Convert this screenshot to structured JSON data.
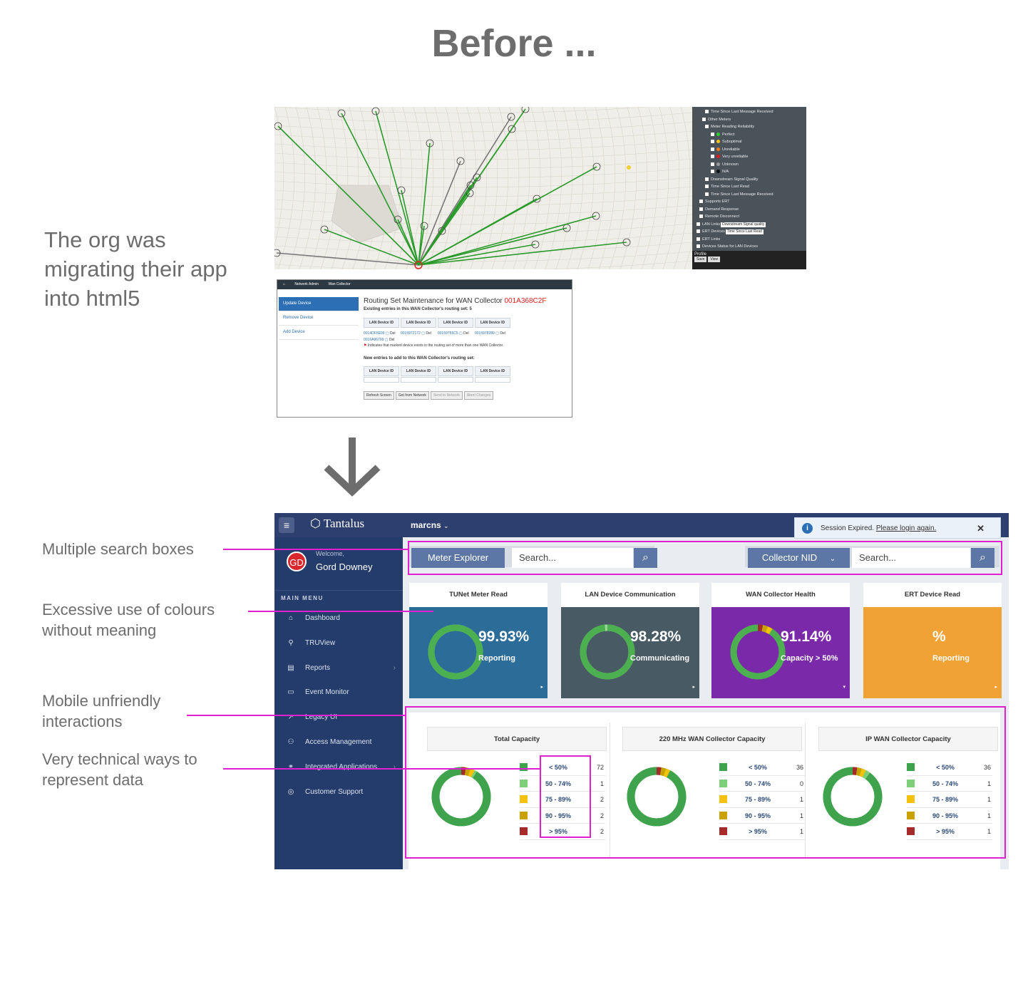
{
  "slide": {
    "title": "Before ...",
    "intro": "The org was migrating their app into html5",
    "annotations": [
      "Multiple search boxes",
      "Excessive use of colours without meaning",
      "Mobile unfriendly interactions",
      "Very technical ways to represent data"
    ]
  },
  "old_map": {
    "layers": [
      "Time Since Last Message Received",
      "Other Meters",
      "Meter Reading Reliability",
      "Perfect",
      "Suboptimal",
      "Unreliable",
      "Very unreliable",
      "Unknown",
      "N/A",
      "Downstream Signal Quality",
      "Time Since Last Read",
      "Time Since Last Message Received",
      "Supports ERT",
      "Demand Response",
      "Remote Disconnect",
      "LAN Links",
      "ERT Devices",
      "ERT Links",
      "Devices Status for LAN Devices"
    ],
    "lan_links_select": "Downstream Signal quality",
    "ert_devices_select": "Time Since Last Read",
    "profile_label": "Profile",
    "profile_buttons": [
      "Save",
      "View"
    ],
    "dot_colors": [
      "#2ecc2e",
      "#f0c419",
      "#f07b19",
      "#e01a1a",
      "#999999",
      "#111111"
    ]
  },
  "old_routing": {
    "breadcrumb": [
      "Network Admin",
      "Wan Collector"
    ],
    "side_menu": [
      "Update Device",
      "Remove Device",
      "Add Device"
    ],
    "heading": "Routing Set Maintenance for WAN Collector",
    "collector_id": "001A368C2F",
    "existing_label": "Existing entries in this WAN Collector's routing set:  5",
    "column_header": "LAN Device ID",
    "existing_ids": [
      "0014DF5E09",
      "0015972172",
      "00159755C5",
      "0015978280",
      "0016A96799"
    ],
    "del_label": "Del",
    "flag_note": "Indicates that marked device exists in the routing set of more than one WAN Collector.",
    "new_label": "New entries to add to this WAN Collector's routing set:",
    "buttons": [
      "Refresh Screen",
      "Get from Network",
      "Send to Network",
      "Abort Changes"
    ]
  },
  "dashboard": {
    "logo": "Tantalus",
    "username": "marcns",
    "toast": {
      "text": "Session Expired.",
      "link": "Please login again."
    },
    "welcome": "Welcome,",
    "user_full_name": "Gord Downey",
    "avatar_initials": "GD",
    "menu_header": "MAIN MENU",
    "menu": [
      {
        "label": "Dashboard",
        "icon": "home-icon"
      },
      {
        "label": "TRUView",
        "icon": "map-pin-icon"
      },
      {
        "label": "Reports",
        "icon": "document-icon"
      },
      {
        "label": "Event Monitor",
        "icon": "monitor-icon"
      },
      {
        "label": "Legacy UI",
        "icon": "external-link-icon"
      },
      {
        "label": "Access Management",
        "icon": "users-icon"
      },
      {
        "label": "Integrated Applications",
        "icon": "link-icon"
      },
      {
        "label": "Customer Support",
        "icon": "support-icon"
      }
    ],
    "search1": {
      "tag": "Meter Explorer",
      "placeholder": "Search..."
    },
    "search2": {
      "tag": "Collector NID",
      "placeholder": "Search..."
    },
    "cards": [
      {
        "title": "TUNet Meter Read",
        "value": "99.93%",
        "label": "Reporting",
        "color": "#2b6c99",
        "fraction": 0.9993
      },
      {
        "title": "LAN Device Communication",
        "value": "98.28%",
        "label": "Communicating",
        "color": "#485a63",
        "fraction": 0.9828
      },
      {
        "title": "WAN Collector Health",
        "value": "91.14%",
        "label": "Capacity > 50%",
        "color": "#7a2aa8",
        "fraction": 0.9114
      },
      {
        "title": "ERT Device Read",
        "value": "%",
        "label": "Reporting",
        "color": "#f0a234",
        "fraction": 0
      }
    ],
    "capacity_colors": [
      "#3fa34d",
      "#7fcf7a",
      "#f4c20d",
      "#c9a100",
      "#a52a2a"
    ],
    "capacity_ranges": [
      "< 50%",
      "50 - 74%",
      "75 - 89%",
      "90 - 95%",
      "> 95%"
    ],
    "capacity": [
      {
        "title": "Total Capacity",
        "counts": [
          "72",
          "1",
          "2",
          "2",
          "2"
        ]
      },
      {
        "title": "220 MHz WAN Collector Capacity",
        "counts": [
          "36",
          "0",
          "1",
          "1",
          "1"
        ]
      },
      {
        "title": "IP WAN Collector Capacity",
        "counts": [
          "36",
          "1",
          "1",
          "1",
          "1"
        ]
      }
    ]
  }
}
